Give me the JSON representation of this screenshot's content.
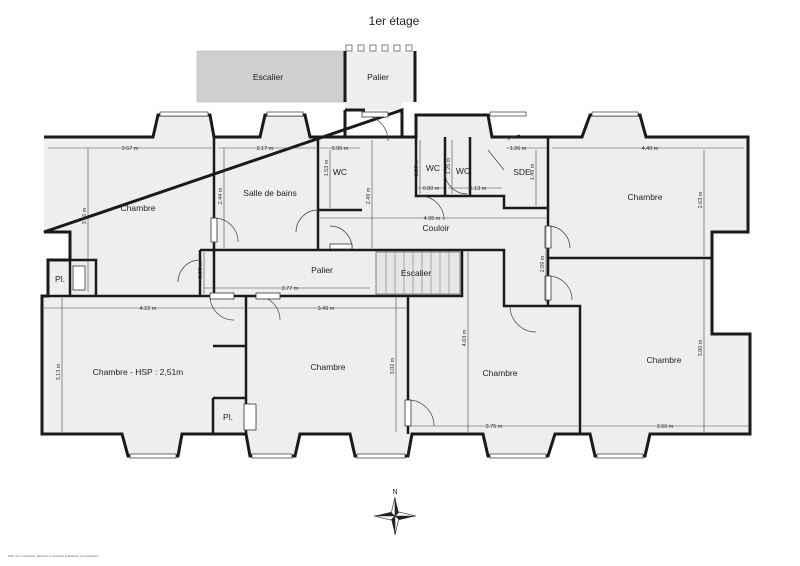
{
  "plan": {
    "title": "1er étage",
    "footnote": "Plan non contractuel. Mesures et surfaces indicatives non garanties."
  },
  "rooms": {
    "escalier_top": "Escalier",
    "palier_top": "Palier",
    "chambre_nw": "Chambre",
    "salle_de_bains": "Salle de bains",
    "wc_1": "WC",
    "wc_2": "WC",
    "wc_3": "WC",
    "sde": "SDE",
    "chambre_ne": "Chambre",
    "couloir": "Couloir",
    "placard_left": "Pl.",
    "palier_mid": "Palier",
    "escalier_mid": "Escalier",
    "chambre_hsp": "Chambre - HSP : 2,51m",
    "chambre_mid": "Chambre",
    "placard_mid": "Pl.",
    "chambre_south": "Chambre",
    "chambre_se": "Chambre"
  },
  "dimensions": {
    "d1": "3.57 m",
    "d2": "2.17 m",
    "d3": "0.95 m",
    "d4": "1.53 m",
    "d5": "3.45 m",
    "d6": "2.44 m",
    "d7": "2.49 m",
    "d8": "1.26 m",
    "d9": "0.80 m",
    "d10": "1.26 m",
    "d11": "1.13 m",
    "d12": "1.26 m",
    "d13": "1.49 m",
    "d14": "4.40 m",
    "d15": "2.63 m",
    "d16": "4.95 m",
    "d17": "0.96 m",
    "d18": "3.77 m",
    "d19": "2.09 m",
    "d20": "4.22 m",
    "d21": "3.49 m",
    "d22": "3.13 m",
    "d23": "3.02 m",
    "d24": "4.03 m",
    "d25": "3.80 m",
    "d26": "3.75 m",
    "d27": "3.66 m"
  },
  "compass": {
    "north": "N"
  },
  "colors": {
    "wall": "#1a1a1a",
    "floor": "#eeeeee",
    "stair": "#cfcfcf",
    "background": "#ffffff"
  }
}
